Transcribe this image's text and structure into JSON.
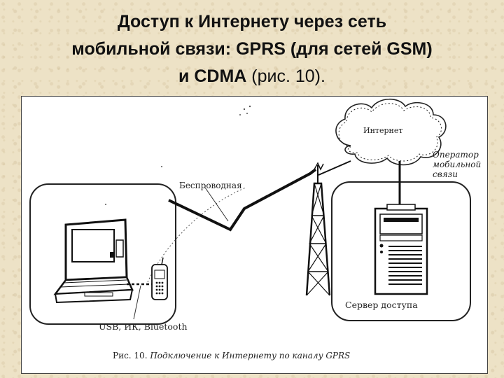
{
  "slide": {
    "title_line1": "Доступ к Интернету через сеть",
    "title_line2": "мобильной связи: GPRS (для сетей GSM)",
    "title_line3_bold": "и CDMA",
    "title_line3_rest": " (рис. 10)."
  },
  "figure": {
    "internet_label": "Интернет",
    "wireless_label": "Беспроводная",
    "operator_line1": "Оператор",
    "operator_line2": "мобильной",
    "operator_line3": "связи",
    "server_label": "Сервер доступа",
    "connection_label": "USB, ИК, Bluetooth",
    "caption_prefix": "Рис. 10.",
    "caption_text": " Подключение к Интернету по каналу GPRS"
  },
  "icons": [
    "cloud-icon",
    "laptop-icon",
    "mobile-phone-icon",
    "antenna-tower-icon",
    "server-icon",
    "lightning-icon"
  ]
}
